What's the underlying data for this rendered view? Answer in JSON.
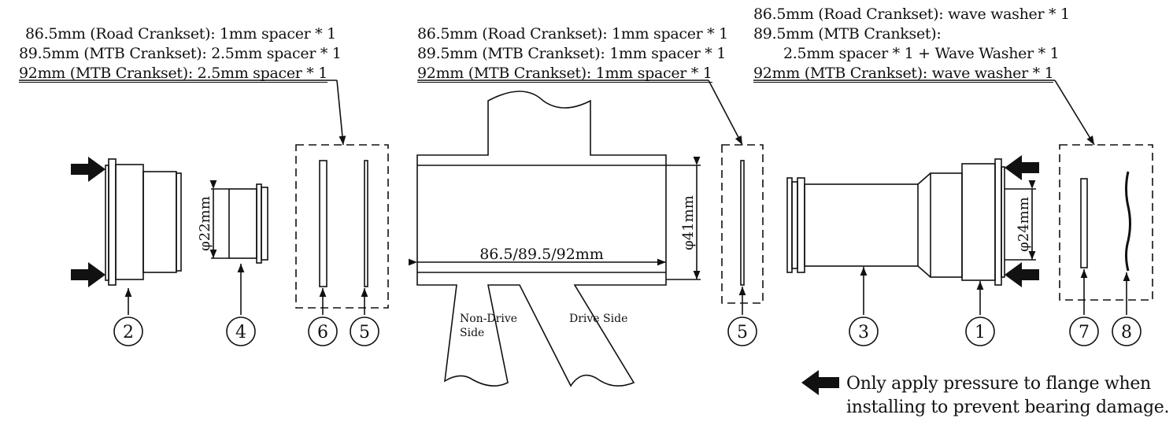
{
  "notes": {
    "left": [
      "86.5mm (Road Crankset): 1mm spacer * 1",
      "89.5mm (MTB Crankset): 2.5mm spacer * 1",
      "92mm (MTB Crankset): 2.5mm spacer * 1"
    ],
    "middle": [
      "86.5mm (Road Crankset): 1mm spacer * 1",
      "89.5mm (MTB Crankset): 1mm spacer * 1",
      "92mm (MTB Crankset): 1mm spacer * 1"
    ],
    "right": [
      "86.5mm (Road Crankset): wave washer * 1",
      "89.5mm (MTB Crankset):",
      "2.5mm spacer * 1 + Wave Washer * 1",
      "92mm (MTB Crankset): wave washer * 1"
    ]
  },
  "dimensions": {
    "bb_width": "86.5/89.5/92mm",
    "shell_diameter": "φ41mm",
    "sleeve_diameter": "φ22mm",
    "cup_diameter": "φ24mm"
  },
  "frame_labels": {
    "non_drive": [
      "Non-Drive",
      "Side"
    ],
    "drive": "Drive Side"
  },
  "part_numbers": [
    "2",
    "4",
    "6",
    "5",
    "5",
    "3",
    "1",
    "7",
    "8"
  ],
  "legend": {
    "line1": "Only apply pressure to flange when",
    "line2": "installing to prevent bearing damage."
  },
  "colors": {
    "ink": "#111111",
    "background": "#ffffff"
  }
}
